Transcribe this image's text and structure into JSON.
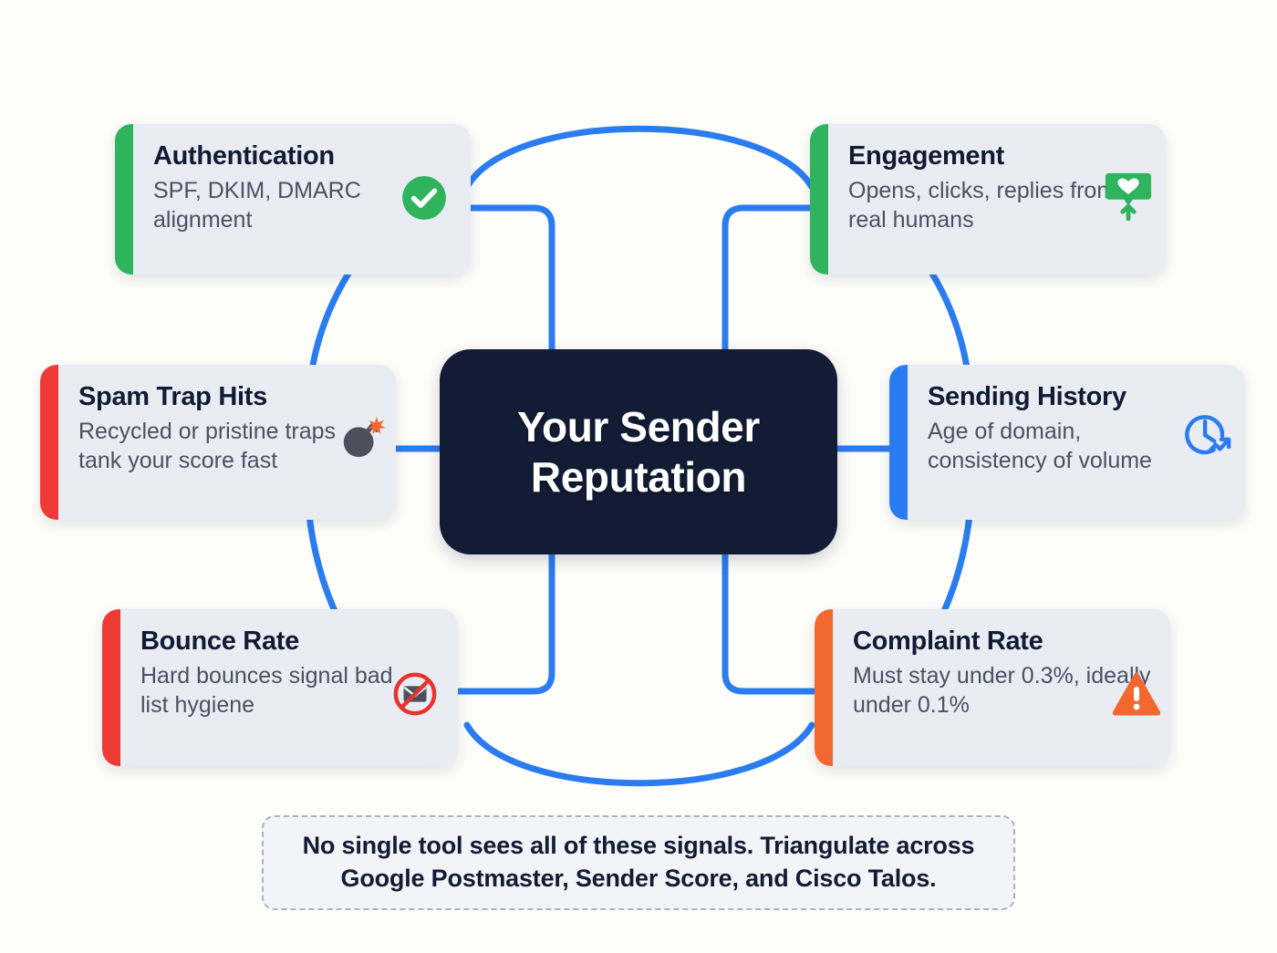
{
  "hub": {
    "title_line1": "Your Sender",
    "title_line2": "Reputation",
    "background_color": "#121c34",
    "text_color": "#ffffff"
  },
  "colors": {
    "page_background": "#fdfdfa",
    "card_background": "#e9edf3",
    "connector_blue": "#2b7cf0",
    "accent_green": "#2fb35c",
    "accent_red": "#ef3b36",
    "accent_blue": "#2b7cf0",
    "accent_orange": "#f2682f",
    "title_text": "#111b33",
    "body_text": "#4a5160",
    "footnote_border": "#aab2c0"
  },
  "cards": [
    {
      "id": "authentication",
      "title": "Authentication",
      "description": "SPF, DKIM, DMARC alignment",
      "accent_color": "#2fb35c",
      "icon": "check-circle-icon",
      "position": "top-left"
    },
    {
      "id": "engagement",
      "title": "Engagement",
      "description": "Opens, clicks, replies from real humans",
      "accent_color": "#2fb35c",
      "icon": "heart-bubble-up-icon",
      "position": "top-right"
    },
    {
      "id": "spam-traps",
      "title": "Spam Trap Hits",
      "description": "Recycled or pristine traps tank your score fast",
      "accent_color": "#ef3b36",
      "icon": "bomb-icon",
      "position": "middle-left"
    },
    {
      "id": "sending-history",
      "title": "Sending History",
      "description": "Age of domain, consistency of volume",
      "accent_color": "#2b7cf0",
      "icon": "clock-trend-icon",
      "position": "middle-right"
    },
    {
      "id": "bounce-rate",
      "title": "Bounce Rate",
      "description": "Hard bounces signal bad list hygiene",
      "accent_color": "#ef3b36",
      "icon": "no-email-icon",
      "position": "bottom-left"
    },
    {
      "id": "complaint-rate",
      "title": "Complaint Rate",
      "description": "Must stay under 0.3%, ideally under 0.1%",
      "accent_color": "#f2682f",
      "icon": "warning-triangle-icon",
      "position": "bottom-right"
    }
  ],
  "footnote": {
    "line1": "No single tool sees all of these signals. Triangulate across",
    "line2": "Google Postmaster, Sender Score, and Cisco Talos."
  }
}
